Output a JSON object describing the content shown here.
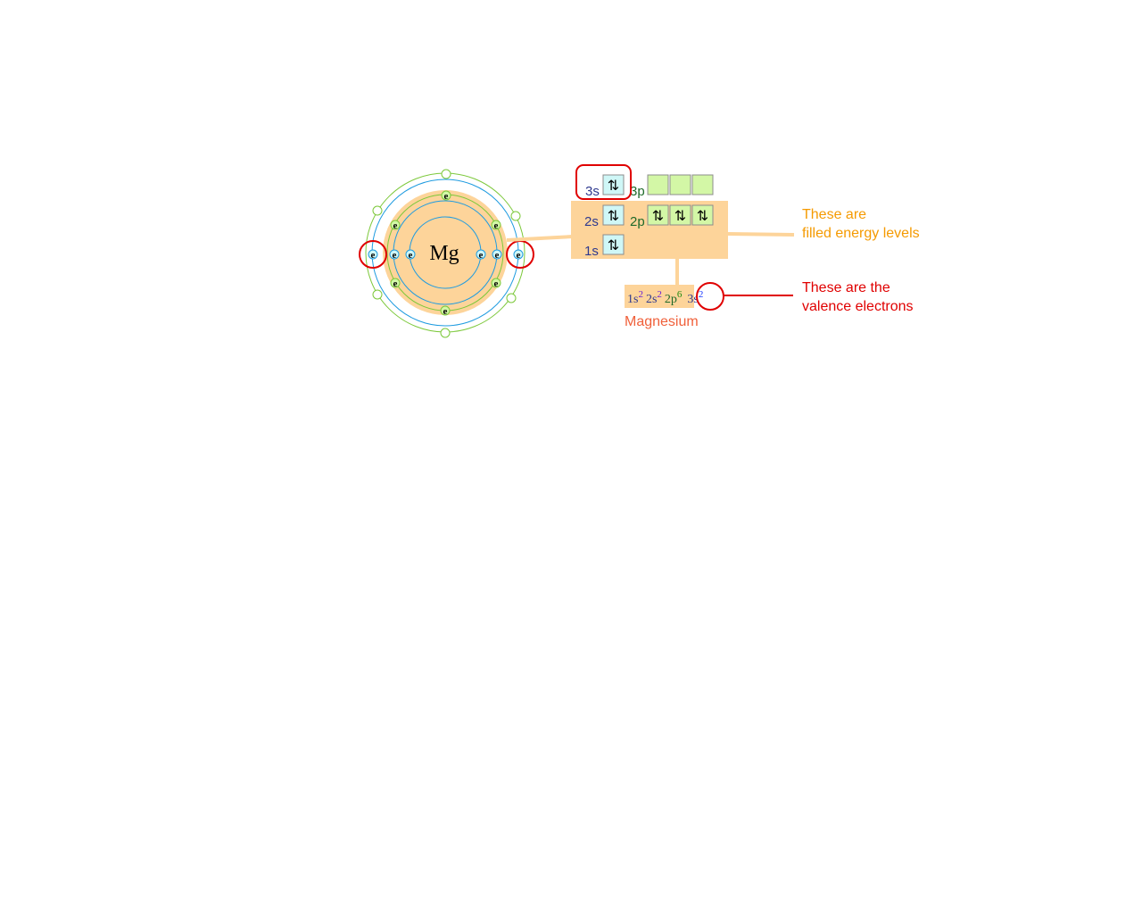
{
  "atom": {
    "symbol": "Mg",
    "electron_label": "e",
    "shells": [
      {
        "electrons": 2
      },
      {
        "electrons": 8
      },
      {
        "electrons": 2,
        "empty_positions": 6
      }
    ]
  },
  "orbital_diagram": {
    "rows": [
      {
        "label": "3s",
        "boxes": [
          "⇅"
        ],
        "p_label": "3p",
        "p_boxes": [
          "",
          "",
          ""
        ]
      },
      {
        "label": "2s",
        "boxes": [
          "⇅"
        ],
        "p_label": "2p",
        "p_boxes": [
          "⇅",
          "⇅",
          "⇅"
        ]
      },
      {
        "label": "1s",
        "boxes": [
          "⇅"
        ]
      }
    ]
  },
  "configuration": {
    "terms": [
      {
        "orbital": "1s",
        "exponent": "2"
      },
      {
        "orbital": "2s",
        "exponent": "2"
      },
      {
        "orbital": "2p",
        "exponent": "6"
      },
      {
        "orbital": "3s",
        "exponent": "2"
      }
    ],
    "element_name": "Magnesium"
  },
  "annotations": {
    "filled_line1": "These are",
    "filled_line2": "filled energy levels",
    "valence_line1": "These are the",
    "valence_line2": "valence electrons"
  },
  "colors": {
    "filled_highlight": "#fdd49a",
    "annotation_orange": "#f59a00",
    "annotation_red": "#e00000",
    "element_name": "#f0603a",
    "s_label": "#2f3a8f",
    "p_label": "#1f6a2a",
    "s_box_fill": "#cff7f7",
    "p_box_fill": "#d3f7a6",
    "shell_blue": "#1e9be0",
    "shell_green": "#7cc83a"
  }
}
